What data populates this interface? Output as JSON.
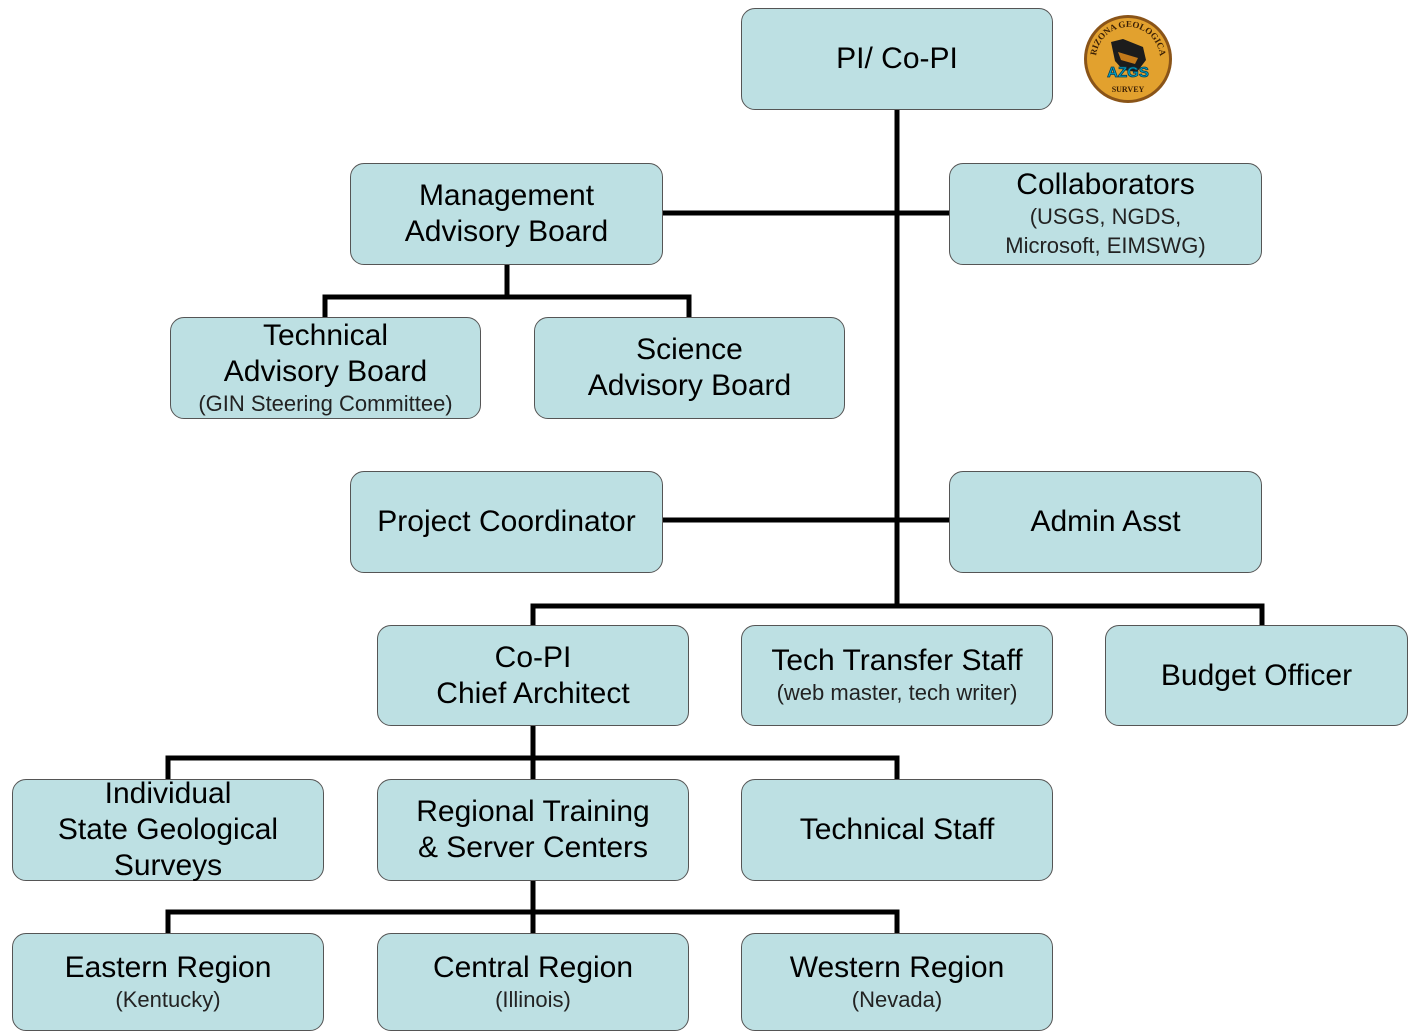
{
  "colors": {
    "box_fill": "#bde0e3",
    "box_border": "#555555",
    "connector": "#000000",
    "logo_fill": "#e2a12e",
    "logo_ring": "#8a5418"
  },
  "logo": {
    "arc_text": "ARIZONA GEOLOGICAL",
    "center_text": "AZGS",
    "bottom_text": "SURVEY"
  },
  "nodes": {
    "pi": {
      "title": "PI/ Co-PI"
    },
    "management_board": {
      "title_line1": "Management",
      "title_line2": "Advisory Board"
    },
    "collaborators": {
      "title": "Collaborators",
      "sub_line1": "(USGS, NGDS,",
      "sub_line2": "Microsoft, EIMSWG)"
    },
    "technical_board": {
      "title_line1": "Technical",
      "title_line2": "Advisory Board",
      "sub": "(GIN Steering Committee)"
    },
    "science_board": {
      "title_line1": "Science",
      "title_line2": "Advisory Board"
    },
    "project_coordinator": {
      "title": "Project Coordinator"
    },
    "admin_asst": {
      "title": "Admin Asst"
    },
    "chief_architect": {
      "title_line1": "Co-PI",
      "title_line2": "Chief Architect"
    },
    "tech_transfer": {
      "title": "Tech Transfer Staff",
      "sub": "(web master, tech writer)"
    },
    "budget_officer": {
      "title": "Budget Officer"
    },
    "state_surveys": {
      "title_line1": "Individual",
      "title_line2": "State Geological",
      "title_line3": "Surveys"
    },
    "regional_centers": {
      "title_line1": "Regional Training",
      "title_line2": "& Server Centers"
    },
    "technical_staff": {
      "title": "Technical Staff"
    },
    "eastern_region": {
      "title": "Eastern Region",
      "sub": "(Kentucky)"
    },
    "central_region": {
      "title": "Central Region",
      "sub": "(Illinois)"
    },
    "western_region": {
      "title": "Western Region",
      "sub": "(Nevada)"
    }
  }
}
